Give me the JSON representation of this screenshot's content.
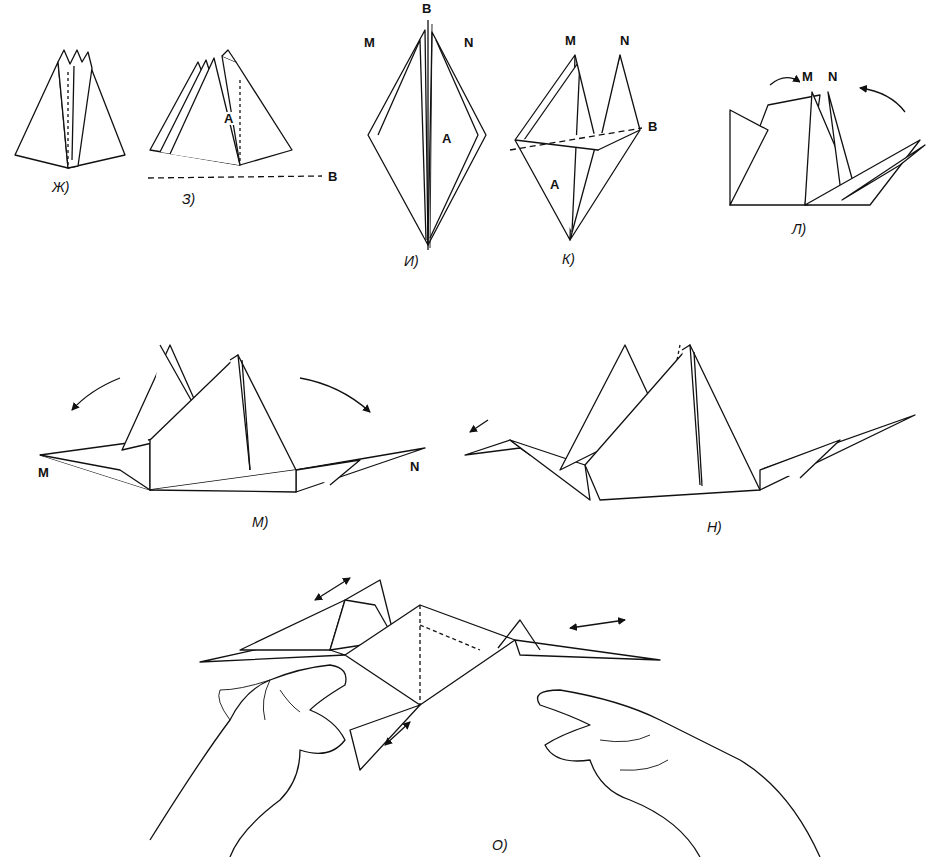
{
  "diagram": {
    "labels": [
      "Ж)",
      "A",
      "B",
      "З)",
      "M",
      "B",
      "N",
      "A",
      "И)",
      "M",
      "N",
      "B",
      "A",
      "К)",
      "M",
      "N",
      "Л)",
      "M",
      "N",
      "М)",
      "Н)",
      "О)"
    ]
  }
}
